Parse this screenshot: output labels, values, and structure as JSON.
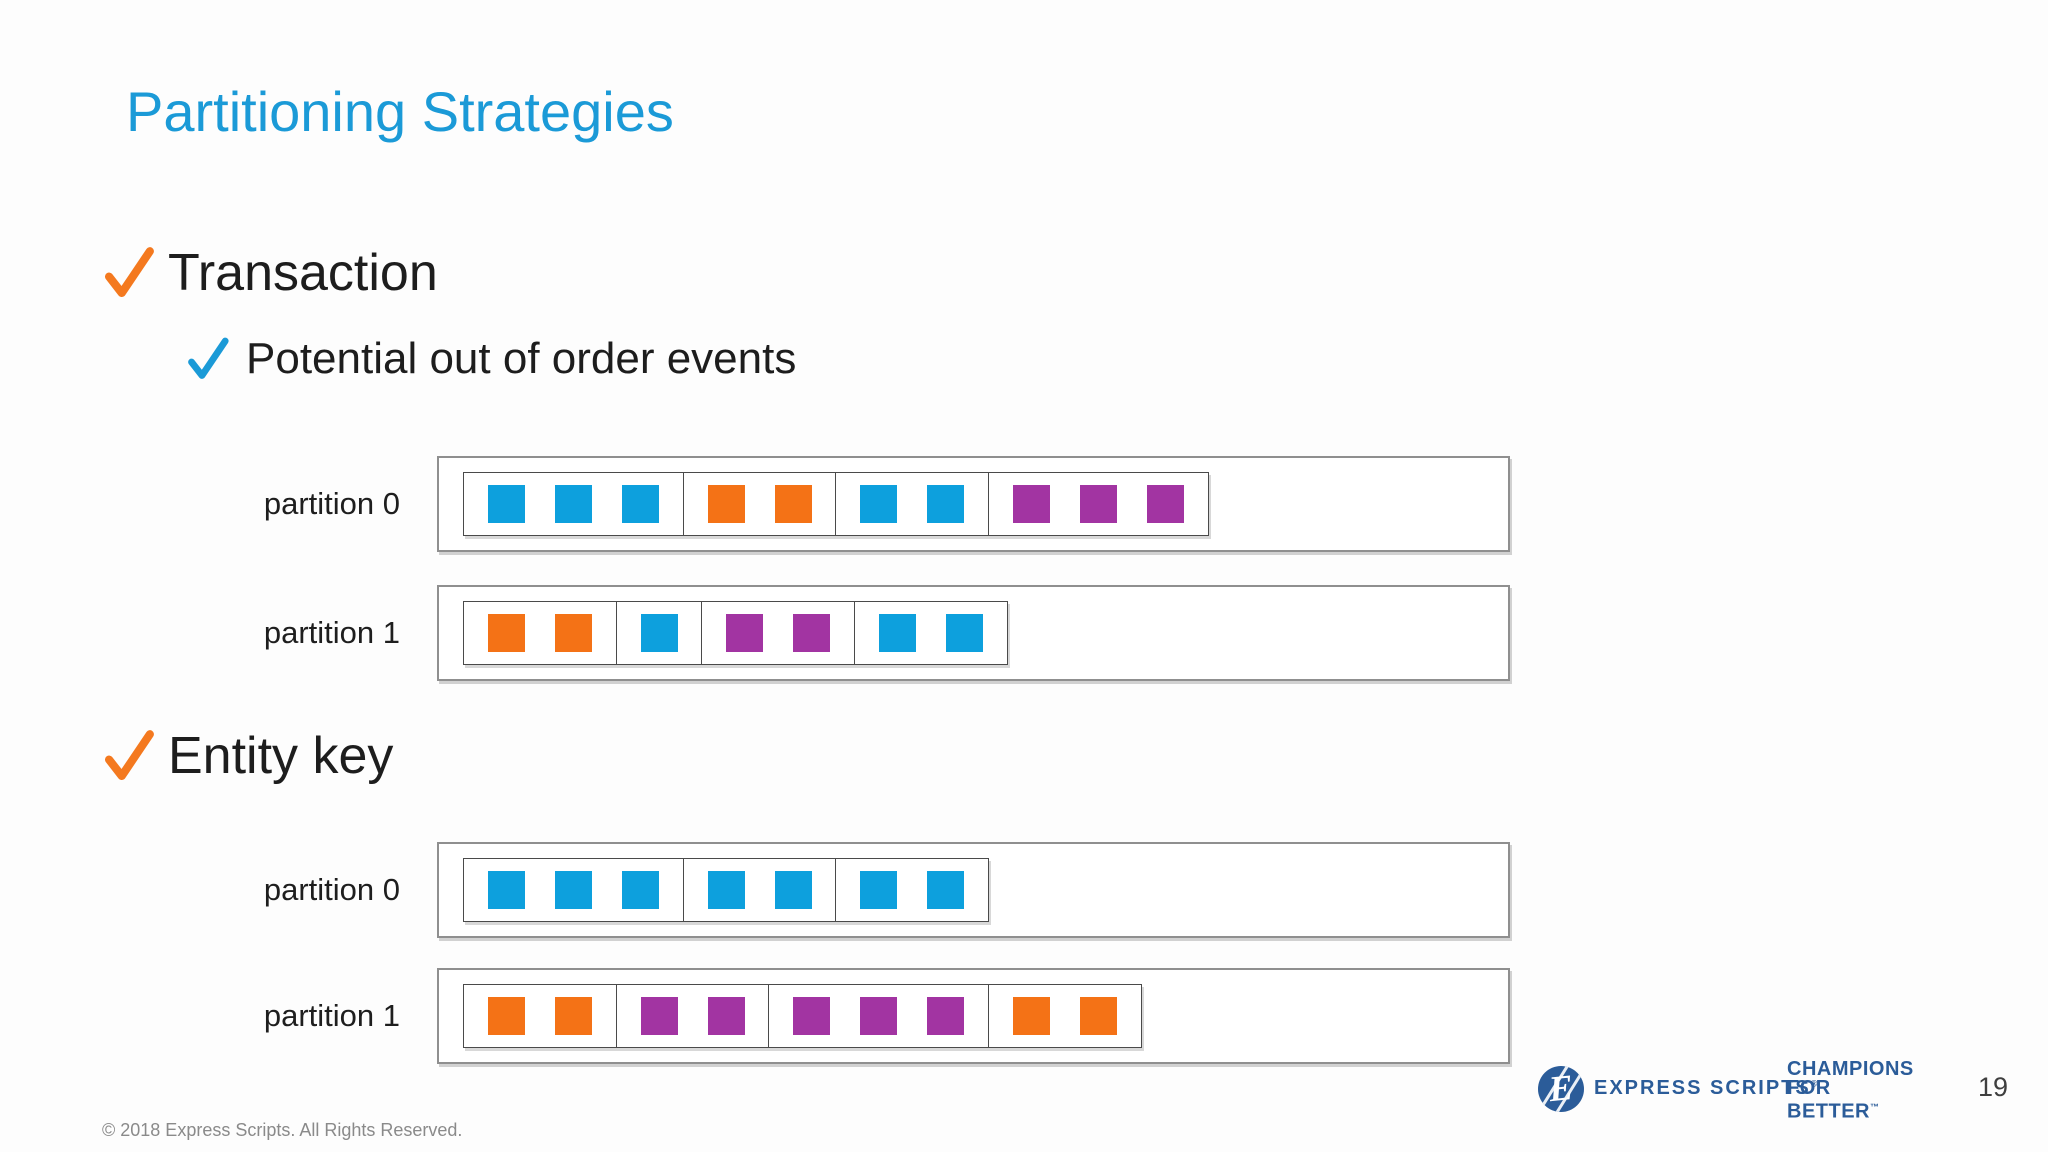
{
  "title": "Partitioning Strategies",
  "bullets": {
    "transaction": "Transaction",
    "transaction_sub": "Potential out of order events",
    "entity_key": "Entity key"
  },
  "icons": {
    "bullet_check": "✓",
    "logo": "express-scripts-globe"
  },
  "diagrams": [
    {
      "name": "transaction-partitions",
      "rows": [
        {
          "label": "partition 0",
          "groups": [
            {
              "color": "blue",
              "count": 3
            },
            {
              "color": "orange",
              "count": 2
            },
            {
              "color": "blue",
              "count": 2
            },
            {
              "color": "purple",
              "count": 3
            }
          ]
        },
        {
          "label": "partition 1",
          "groups": [
            {
              "color": "orange",
              "count": 2
            },
            {
              "color": "blue",
              "count": 1
            },
            {
              "color": "purple",
              "count": 2
            },
            {
              "color": "blue",
              "count": 2
            }
          ]
        }
      ]
    },
    {
      "name": "entity-key-partitions",
      "rows": [
        {
          "label": "partition 0",
          "groups": [
            {
              "color": "blue",
              "count": 3
            },
            {
              "color": "blue",
              "count": 2
            },
            {
              "color": "blue",
              "count": 2
            }
          ]
        },
        {
          "label": "partition 1",
          "groups": [
            {
              "color": "orange",
              "count": 2
            },
            {
              "color": "purple",
              "count": 2
            },
            {
              "color": "purple",
              "count": 3
            },
            {
              "color": "orange",
              "count": 2
            }
          ]
        }
      ]
    }
  ],
  "footer": {
    "copyright": "© 2018 Express Scripts. All Rights Reserved.",
    "logo_monogram": "E",
    "logo_text": "EXPRESS SCRIPTS",
    "logo_reg": "®",
    "tagline_lines": [
      "CHAMPIONS",
      "FOR",
      "BETTER"
    ],
    "tagline_tm": "™",
    "page_number": "19"
  },
  "colors": {
    "title_blue": "#1b9ad7",
    "check_orange": "#f4791f",
    "check_blue": "#1b9ad7",
    "square_blue": "#0da0dd",
    "square_orange": "#f47216",
    "square_purple": "#a234a2",
    "logo_blue": "#2b5c99",
    "box_border": "#8f8f8f",
    "group_border": "#4a4a4a"
  }
}
